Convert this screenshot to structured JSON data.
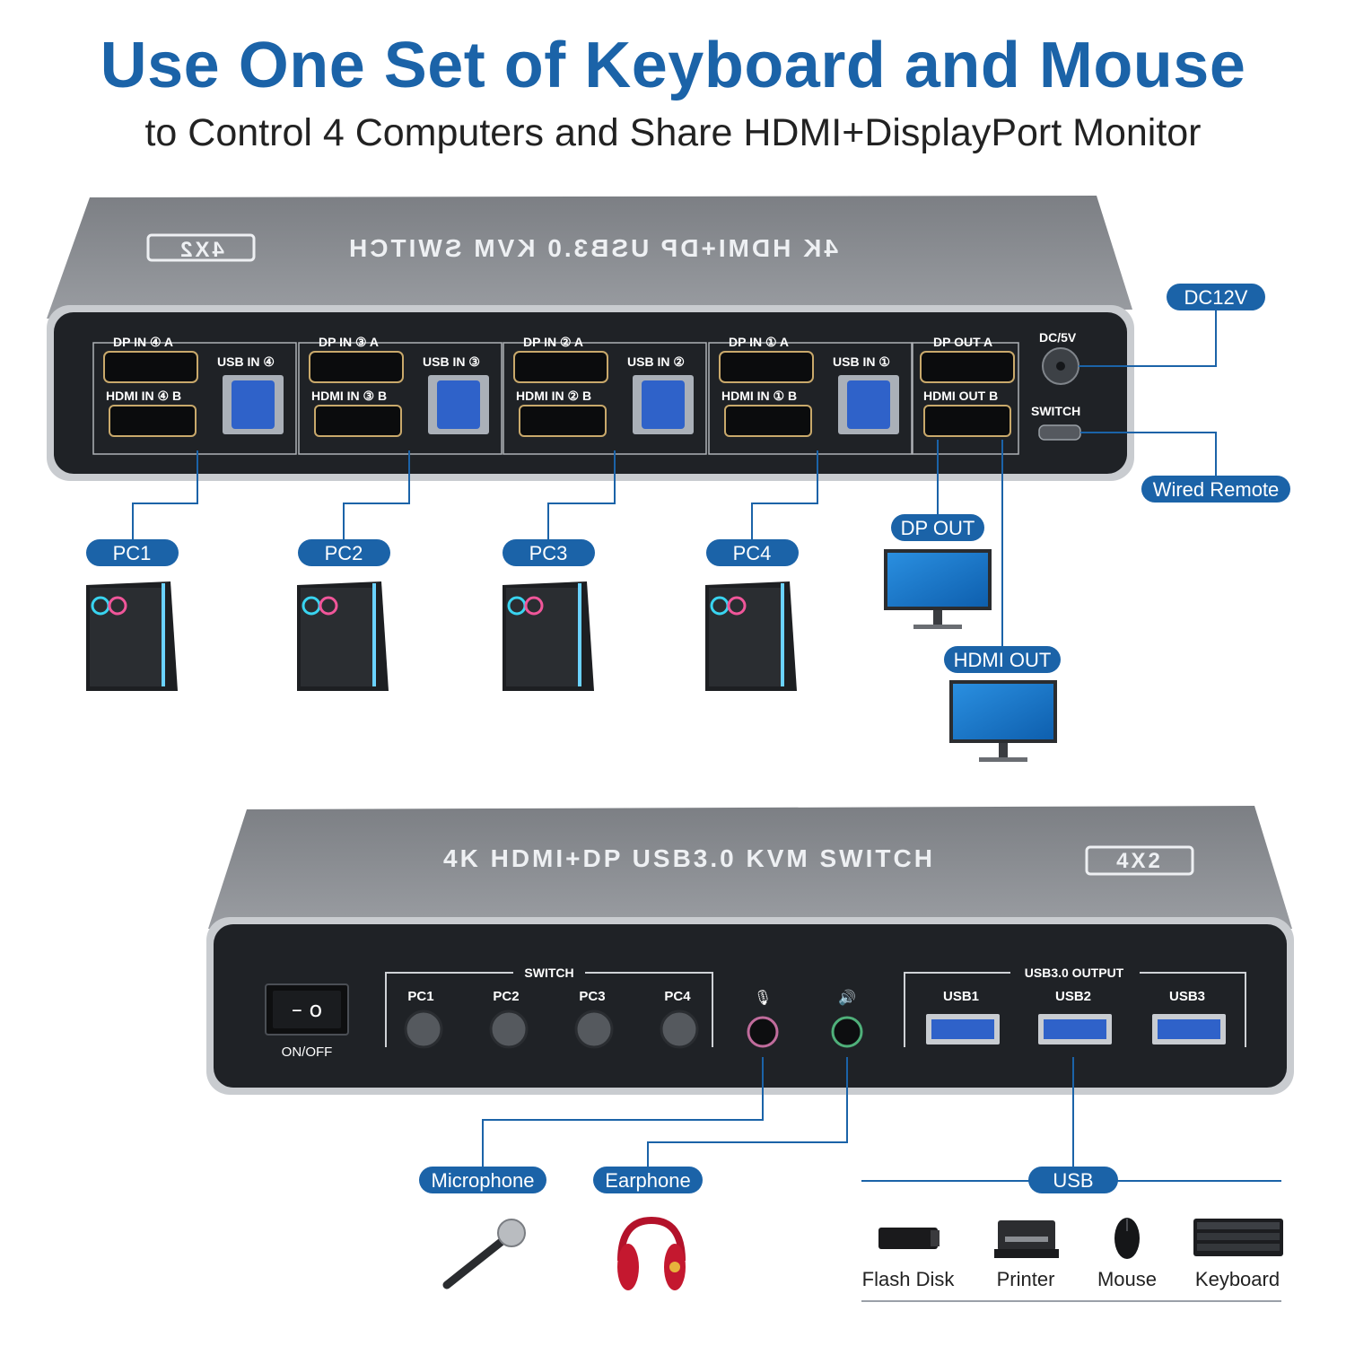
{
  "header": {
    "title": "Use One Set of Keyboard and Mouse",
    "subtitle": "to Control 4 Computers and Share HDMI+DisplayPort Monitor"
  },
  "rear_panel": {
    "case_text": "4K HDMI+DP USB3.0 KVM SWITCH",
    "case_badge": "4X2",
    "groups": [
      {
        "dp": "DP IN ④ A",
        "hdmi": "HDMI IN ④ B",
        "usb": "USB IN ④"
      },
      {
        "dp": "DP IN ③ A",
        "hdmi": "HDMI IN ③ B",
        "usb": "USB IN ③"
      },
      {
        "dp": "DP IN ② A",
        "hdmi": "HDMI IN ② B",
        "usb": "USB IN ②"
      },
      {
        "dp": "DP IN ① A",
        "hdmi": "HDMI IN ① B",
        "usb": "USB IN ①"
      }
    ],
    "out_dp": "DP OUT A",
    "out_hdmi": "HDMI OUT B",
    "dc_label": "DC/5V",
    "switch_label": "SWITCH"
  },
  "callouts": {
    "dc12v": "DC12V",
    "wired_remote": "Wired Remote",
    "dp_out": "DP OUT",
    "hdmi_out": "HDMI OUT",
    "pcs": [
      "PC1",
      "PC2",
      "PC3",
      "PC4"
    ],
    "microphone": "Microphone",
    "earphone": "Earphone",
    "usb": "USB"
  },
  "front_panel": {
    "case_text": "4K HDMI+DP USB3.0 KVM SWITCH",
    "case_badge": "4X2",
    "power_label": "ON/OFF",
    "switch_group_label": "SWITCH",
    "buttons": [
      "PC1",
      "PC2",
      "PC3",
      "PC4"
    ],
    "usb_group_label": "USB3.0 OUTPUT",
    "usb_ports": [
      "USB1",
      "USB2",
      "USB3"
    ]
  },
  "usb_devices": [
    "Flash Disk",
    "Printer",
    "Mouse",
    "Keyboard"
  ],
  "colors": {
    "accent": "#1b63a8",
    "panel": "#1f2226",
    "case": "#8a8d92",
    "usb_blue": "#2f62c9"
  }
}
